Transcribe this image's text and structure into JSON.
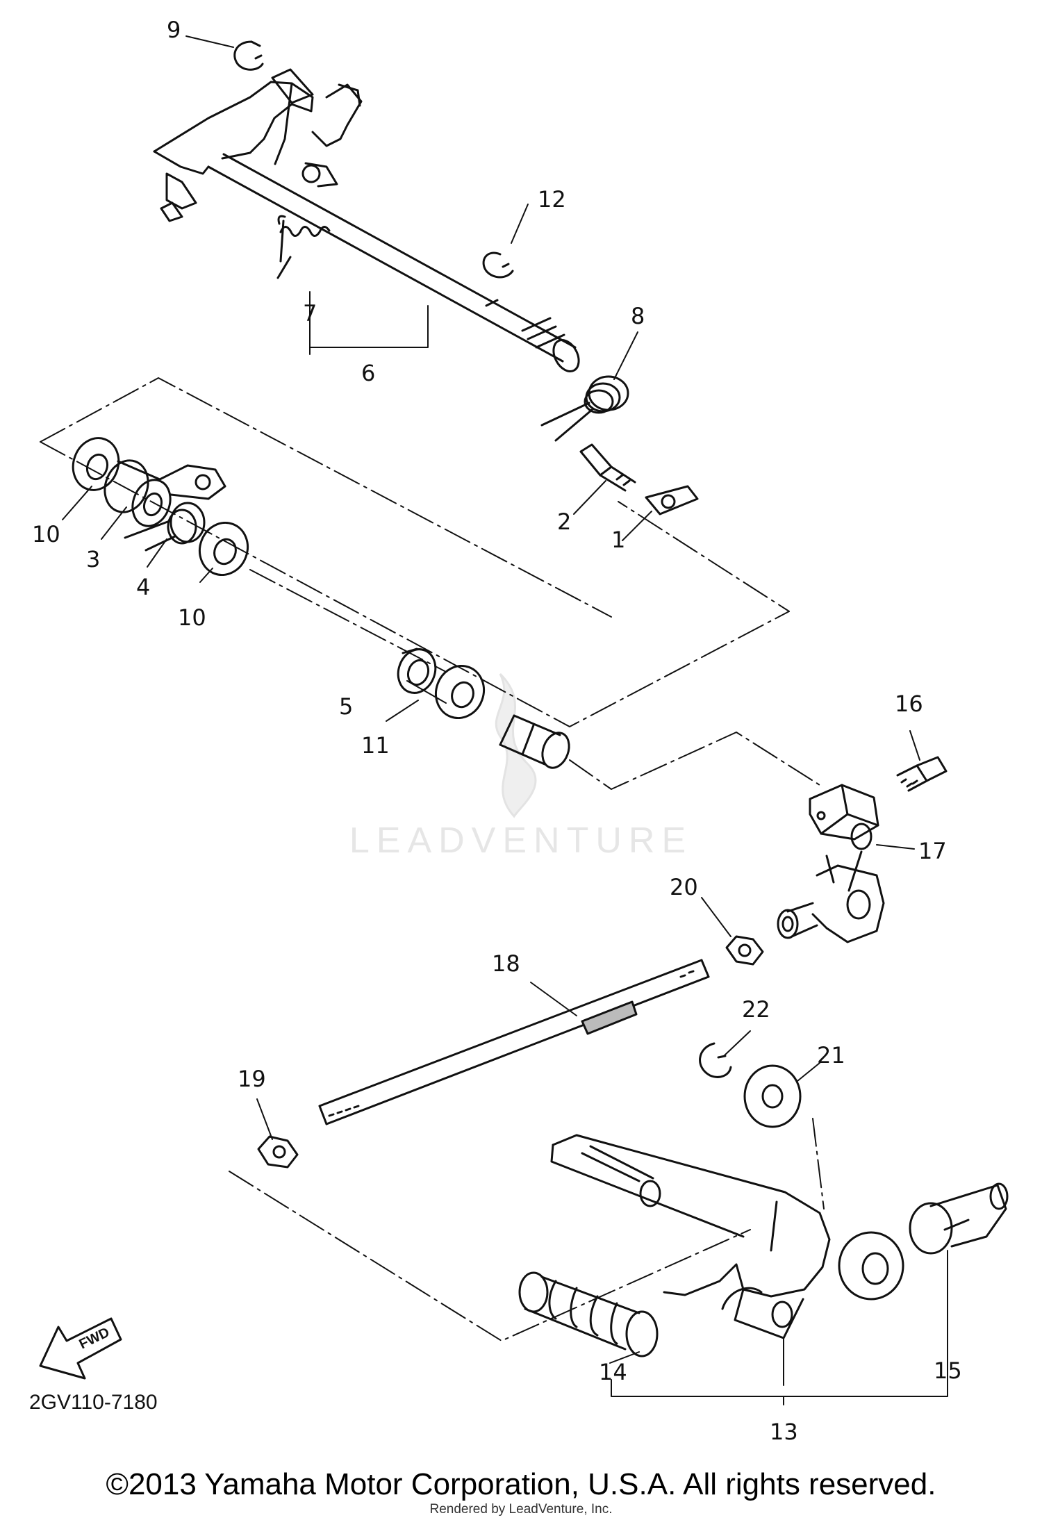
{
  "watermark": "LEADVENTURE",
  "ref_code": "2GV110-7180",
  "fwd_label": "FWD",
  "copyright": "©2013 Yamaha Motor Corporation, U.S.A. All rights reserved.",
  "renderer": "Rendered by LeadVenture, Inc.",
  "callouts": [
    "1",
    "2",
    "3",
    "4",
    "5",
    "6",
    "7",
    "8",
    "9",
    "10",
    "10",
    "11",
    "12",
    "13",
    "14",
    "15",
    "16",
    "17",
    "18",
    "19",
    "20",
    "21",
    "22"
  ]
}
